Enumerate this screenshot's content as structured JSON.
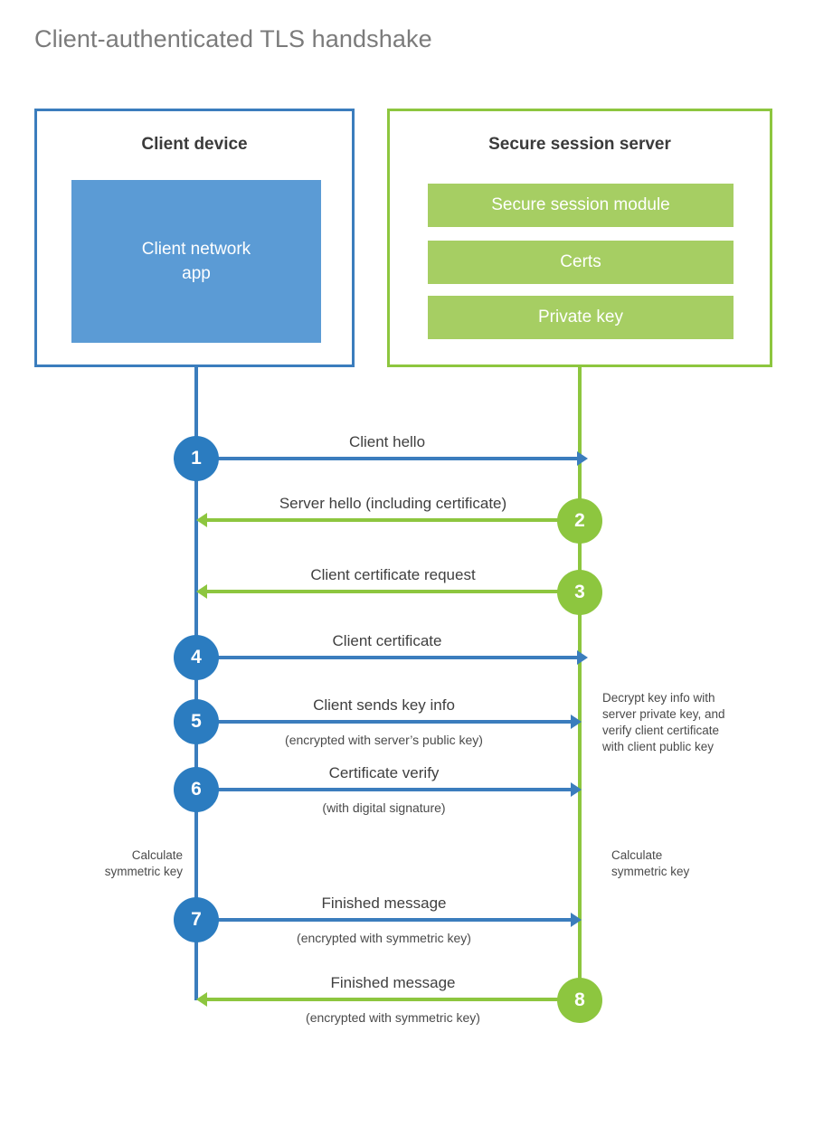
{
  "title": "Client-authenticated TLS handshake",
  "colors": {
    "client_border": "#3b7dbd",
    "client_fill": "#5b9bd5",
    "client_circle": "#2b7cc0",
    "server_border": "#8dc63f",
    "server_fill": "#a6ce63",
    "server_circle": "#8dc63f",
    "title_text": "#7b7b7b",
    "body_text": "#3f3f3f",
    "background": "#ffffff"
  },
  "client": {
    "title": "Client device",
    "app_label": "Client network\napp",
    "app_label_line1": "Client network",
    "app_label_line2": "app"
  },
  "server": {
    "title": "Secure session server",
    "components": [
      {
        "label": "Secure session module"
      },
      {
        "label": "Certs"
      },
      {
        "label": "Private key"
      }
    ]
  },
  "messages": [
    {
      "step": "1",
      "label": "Client hello",
      "sublabel": "",
      "direction": "client-to-server",
      "origin": "client"
    },
    {
      "step": "2",
      "label": "Server hello (including certificate)",
      "sublabel": "",
      "direction": "server-to-client",
      "origin": "server"
    },
    {
      "step": "3",
      "label": "Client certificate request",
      "sublabel": "",
      "direction": "server-to-client",
      "origin": "server"
    },
    {
      "step": "4",
      "label": "Client certificate",
      "sublabel": "",
      "direction": "client-to-server",
      "origin": "client"
    },
    {
      "step": "5",
      "label": "Client sends key info",
      "sublabel": "(encrypted with server’s public key)",
      "direction": "client-to-server",
      "origin": "client"
    },
    {
      "step": "6",
      "label": "Certificate verify",
      "sublabel": "(with digital signature)",
      "direction": "client-to-server",
      "origin": "client"
    },
    {
      "step": "7",
      "label": "Finished message",
      "sublabel": "(encrypted with symmetric key)",
      "direction": "client-to-server",
      "origin": "client"
    },
    {
      "step": "8",
      "label": "Finished message",
      "sublabel": "(encrypted with symmetric key)",
      "direction": "server-to-client",
      "origin": "server"
    }
  ],
  "notes": {
    "decrypt": "Decrypt key info with server private key, and verify client certificate with client public key",
    "decrypt_lines": [
      "Decrypt key info with",
      "server private key, and",
      "verify client certificate",
      "with client public key"
    ],
    "calculate_client": "Calculate symmetric key",
    "calculate_client_lines": [
      "Calculate",
      "symmetric key"
    ],
    "calculate_server": "Calculate symmetric key",
    "calculate_server_lines": [
      "Calculate",
      "symmetric key"
    ]
  }
}
